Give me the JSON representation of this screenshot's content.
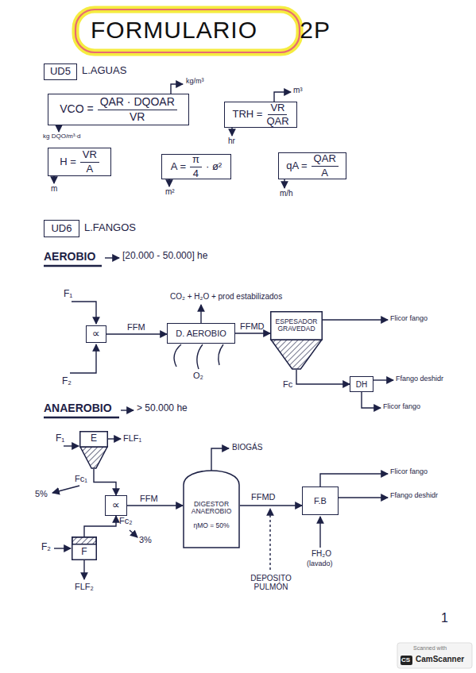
{
  "diagram": {
    "title": "FORMULARIO 2P",
    "nodes": [
      {
        "text": [
          "UD5"
        ]
      },
      {
        "text": [
          "VCO =",
          "QAR · DQOAR",
          "VR"
        ]
      },
      {
        "text": [
          "TRH =",
          "VR",
          "QAR"
        ]
      },
      {
        "text": [
          "H =",
          "VR",
          "A"
        ]
      },
      {
        "text": [
          "A =",
          "π",
          "4",
          "· ø²"
        ]
      },
      {
        "text": [
          "qA =",
          "QAR",
          "A"
        ]
      },
      {
        "text": [
          "UD6"
        ]
      },
      {
        "text": [
          "∝"
        ]
      },
      {
        "text": [
          "D. AEROBIO"
        ]
      },
      {
        "text": [
          "ESPESADOR GRAVEDAD"
        ]
      },
      {
        "text": [
          "DH"
        ]
      },
      {
        "text": [
          "E"
        ]
      },
      {
        "text": [
          "∝"
        ]
      },
      {
        "text": [
          "F"
        ]
      },
      {
        "text": [
          "DIGESTOR ANAEROBIO",
          "ηMO = 50%"
        ]
      },
      {
        "text": [
          "F.B"
        ]
      }
    ],
    "edges": [
      {
        "from": 7,
        "to": 8,
        "arrow": "to",
        "label": "FFM"
      },
      {
        "from": 8,
        "to": 9,
        "arrow": "to",
        "label": "FFMD"
      },
      {
        "from": 9,
        "to": 10,
        "arrow": "to",
        "label": "Fc"
      },
      {
        "from": 11,
        "to": 12,
        "arrow": "to",
        "label": "Fc₁"
      },
      {
        "from": 13,
        "to": 12,
        "arrow": "to",
        "label": "Fc₂"
      },
      {
        "from": 12,
        "to": 14,
        "arrow": "to",
        "label": "FFM"
      },
      {
        "from": 14,
        "to": 15,
        "arrow": "to",
        "label": "FFMD"
      }
    ],
    "labels": [
      "L.AGUAS",
      "kg/m³",
      "kg DQO/m³·d",
      "m³",
      "hr",
      "m",
      "m²",
      "m/h",
      "L.FANGOS",
      "AEROBIO",
      "[20.000 - 50.000] he",
      "F₁",
      "F₂",
      "CO₂ + H₂O + prod estabilizados",
      "O₂",
      "Flicor fango",
      "Ffango deshidr",
      "Flicor fango",
      "ANAEROBIO",
      "> 50.000 he",
      "F₁",
      "FLF₁",
      "5%",
      "F₂",
      "FLF₂",
      "3%",
      "BIOGÁS",
      "Flicor fango",
      "Ffango deshidr",
      "FH₂O",
      "(lavado)",
      "DEPOSITO PULMÓN",
      "1",
      "Scanned with",
      "CS",
      "CamScanner"
    ]
  }
}
